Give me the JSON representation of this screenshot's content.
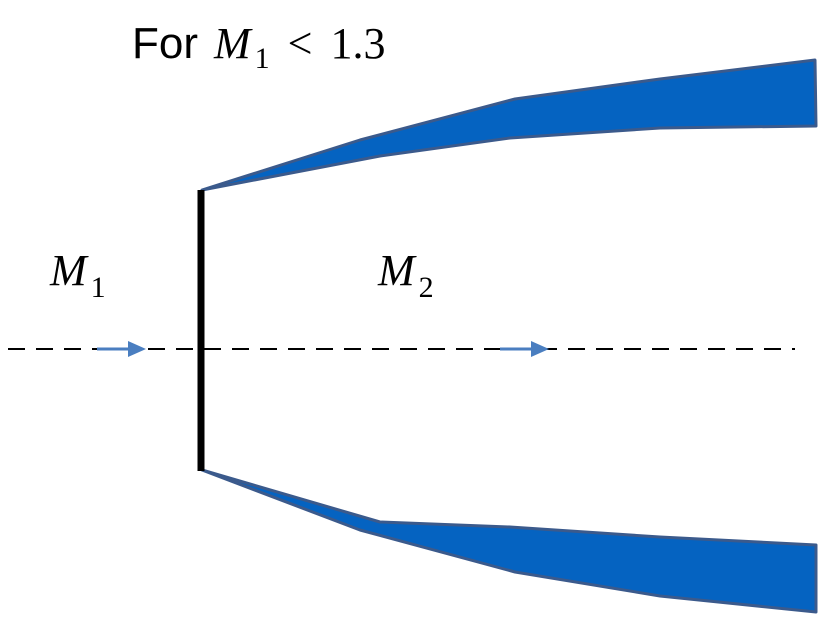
{
  "title": {
    "prefix": "For",
    "symbol": "M",
    "subscript": "1",
    "relation": "<",
    "value": "1.3"
  },
  "upstream_label": {
    "symbol": "M",
    "subscript": "1"
  },
  "downstream_label": {
    "symbol": "M",
    "subscript": "2"
  },
  "colors": {
    "wall_fill": "#0563C1",
    "wall_stroke": "#3B5A8C",
    "shock": "#000000",
    "flow_arrow": "#4A7EC0",
    "centerline": "#000000"
  }
}
